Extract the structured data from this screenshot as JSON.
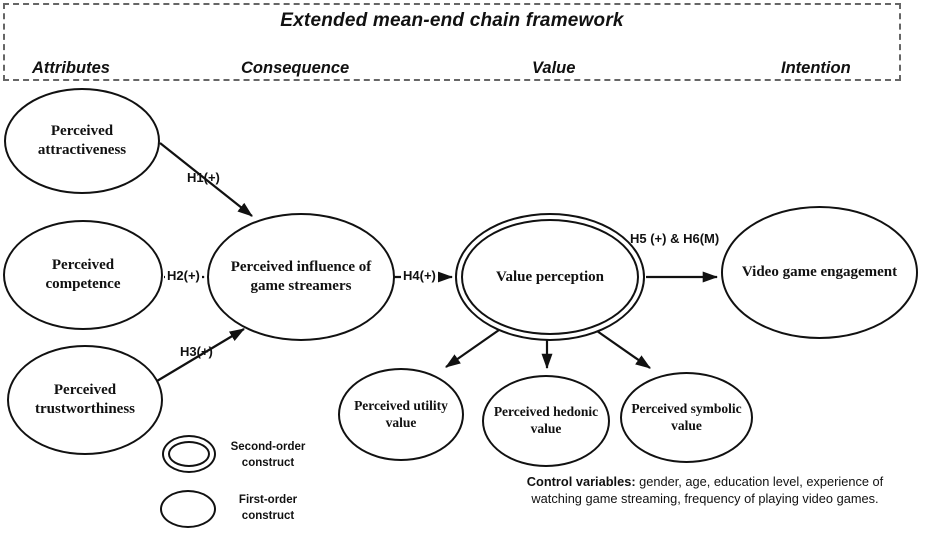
{
  "diagram": {
    "title": "Extended mean-end chain framework",
    "columns": {
      "attributes": "Attributes",
      "consequence": "Consequence",
      "value": "Value",
      "intention": "Intention"
    },
    "nodes": {
      "attractiveness": "Perceived attractiveness",
      "competence": "Perceived competence",
      "trustworthiness": "Perceived trustworthiness",
      "influence": "Perceived influence of game streamers",
      "value_perception": "Value perception",
      "engagement": "Video game engagement",
      "utility": "Perceived utility value",
      "hedonic": "Perceived hedonic value",
      "symbolic": "Perceived symbolic value"
    },
    "hypotheses": {
      "h1": "H1(+)",
      "h2": "H2(+)",
      "h3": "H3(+)",
      "h4": "H4(+)",
      "h5_h6": "H5 (+) & H6(M)"
    },
    "legend": {
      "second_order": "Second-order construct",
      "first_order": "First-order construct"
    },
    "note": {
      "label": "Control variables:",
      "text": " gender, age, education level, experience of watching game streaming, frequency of playing video games."
    },
    "colors": {
      "ink": "#111111",
      "background": "#ffffff"
    }
  }
}
